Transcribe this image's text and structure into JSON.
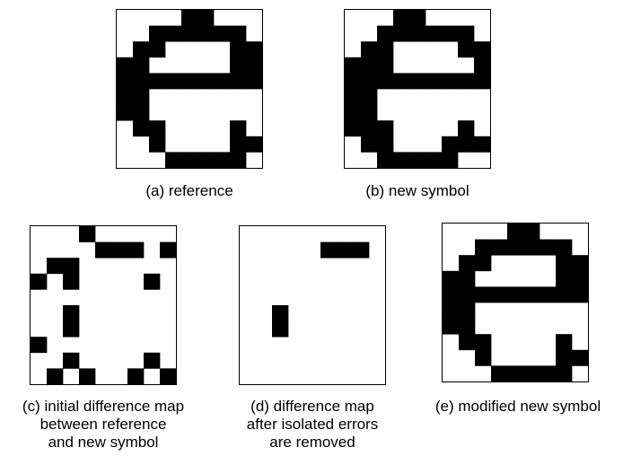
{
  "colors": {
    "ink": "#000000",
    "paper": "#ffffff"
  },
  "panels": [
    {
      "id": "a",
      "caption_lines": [
        "(a) reference"
      ],
      "grid": [
        "....XX...",
        "..XXXXXX.",
        ".XX....XX",
        "XX.....XX",
        "XXXXXXXXX",
        "XX.......",
        "XX.......",
        ".XX....X.",
        "..X....XX",
        "...XXXXX."
      ]
    },
    {
      "id": "b",
      "caption_lines": [
        "(b) new symbol"
      ],
      "grid": [
        "...XX....",
        "..XXXXXX.",
        ".XX....XX",
        "XXX.....X",
        "XXXXXXXXX",
        "XX.......",
        "XX.......",
        "XXX....X.",
        ".XX...XXX",
        "..XXXXX.."
      ]
    },
    {
      "id": "c",
      "caption_lines": [
        "(c) initial difference map",
        "between reference",
        "and new symbol"
      ],
      "grid": [
        "...X.....",
        "....XXX.X",
        ".XX......",
        "X.X....X.",
        ".........",
        "..X......",
        "..X......",
        "X........",
        "..X....X.",
        ".X.X..X.X"
      ]
    },
    {
      "id": "d",
      "caption_lines": [
        "(d) difference map",
        "after isolated errors",
        "are removed"
      ],
      "grid": [
        ".........",
        ".....XXX.",
        ".........",
        ".........",
        ".........",
        "..X......",
        "..X......",
        ".........",
        ".........",
        "........."
      ]
    },
    {
      "id": "e",
      "caption_lines": [
        "(e) modified new symbol"
      ],
      "grid": [
        "....XX...",
        "..XXXXXX.",
        ".XX....XX",
        "XX.....XX",
        "XXXXXXXXX",
        "XX.......",
        "XX.......",
        ".XX....X.",
        "..X....XX",
        "...XXXXX."
      ]
    }
  ]
}
